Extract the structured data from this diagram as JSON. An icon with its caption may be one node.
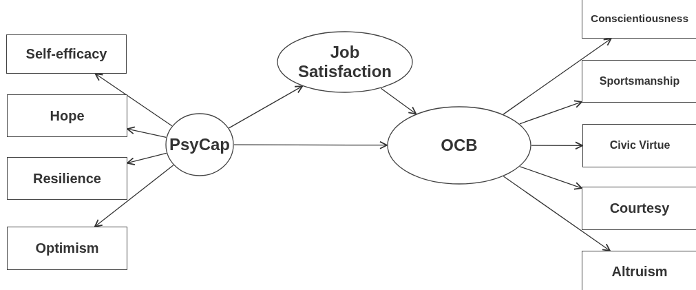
{
  "diagram": {
    "nodes": [
      {
        "text": [
          "Self-efficacy"
        ]
      },
      {
        "text": [
          "Hope"
        ]
      },
      {
        "text": [
          "Resilience"
        ]
      },
      {
        "text": [
          "Optimism"
        ]
      },
      {
        "text": [
          "Job Satisfaction"
        ]
      },
      {
        "text": [
          "PsyCap"
        ]
      },
      {
        "text": [
          "OCB"
        ]
      },
      {
        "text": [
          "Conscientiousness"
        ]
      },
      {
        "text": [
          "Sportsmanship"
        ]
      },
      {
        "text": [
          "Civic Virtue"
        ]
      },
      {
        "text": [
          "Courtesy"
        ]
      },
      {
        "text": [
          "Altruism"
        ]
      }
    ],
    "edges": [
      {
        "from": 5,
        "to": 0,
        "arrow": "to"
      },
      {
        "from": 5,
        "to": 1,
        "arrow": "to"
      },
      {
        "from": 5,
        "to": 2,
        "arrow": "to"
      },
      {
        "from": 5,
        "to": 3,
        "arrow": "to"
      },
      {
        "from": 5,
        "to": 4,
        "arrow": "to"
      },
      {
        "from": 4,
        "to": 6,
        "arrow": "to"
      },
      {
        "from": 5,
        "to": 6,
        "arrow": "to"
      },
      {
        "from": 6,
        "to": 7,
        "arrow": "to"
      },
      {
        "from": 6,
        "to": 8,
        "arrow": "to"
      },
      {
        "from": 6,
        "to": 9,
        "arrow": "to"
      },
      {
        "from": 6,
        "to": 10,
        "arrow": "to"
      },
      {
        "from": 6,
        "to": 11,
        "arrow": "to"
      }
    ]
  }
}
